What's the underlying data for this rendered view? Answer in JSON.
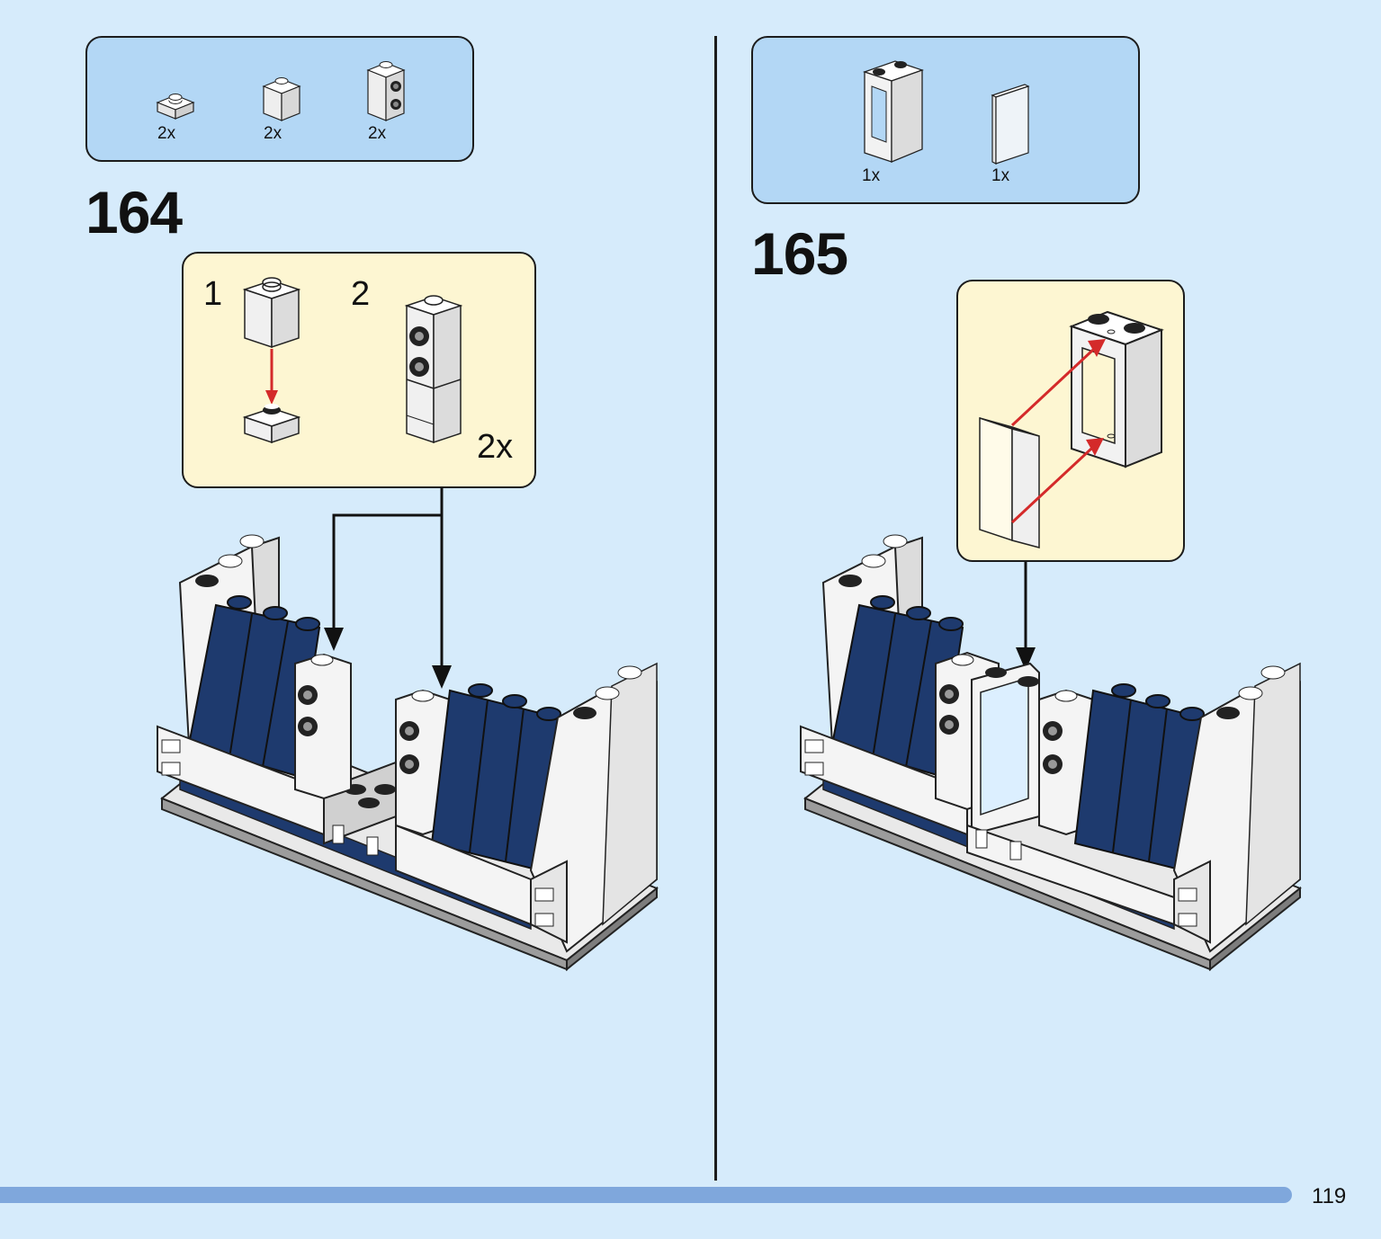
{
  "page": {
    "number": "119"
  },
  "colors": {
    "background": "#d6ebfb",
    "parts_box": "#b3d7f5",
    "sub_box": "#fdf6d2",
    "dark_blue": "#1e3a6e",
    "progress": "#7fa7dc",
    "arrow_red": "#d42a2a"
  },
  "steps": [
    {
      "number": "164",
      "parts": [
        {
          "qty": "2x",
          "icon": "plate-1x1-icon"
        },
        {
          "qty": "2x",
          "icon": "brick-1x1-icon"
        },
        {
          "qty": "2x",
          "icon": "brick-1x1-studs-side-icon"
        }
      ],
      "sub_assembly": {
        "label_1": "1",
        "label_2": "2",
        "multiplier": "2x"
      }
    },
    {
      "number": "165",
      "parts": [
        {
          "qty": "1x",
          "icon": "window-frame-icon"
        },
        {
          "qty": "1x",
          "icon": "window-glass-icon"
        }
      ]
    }
  ]
}
